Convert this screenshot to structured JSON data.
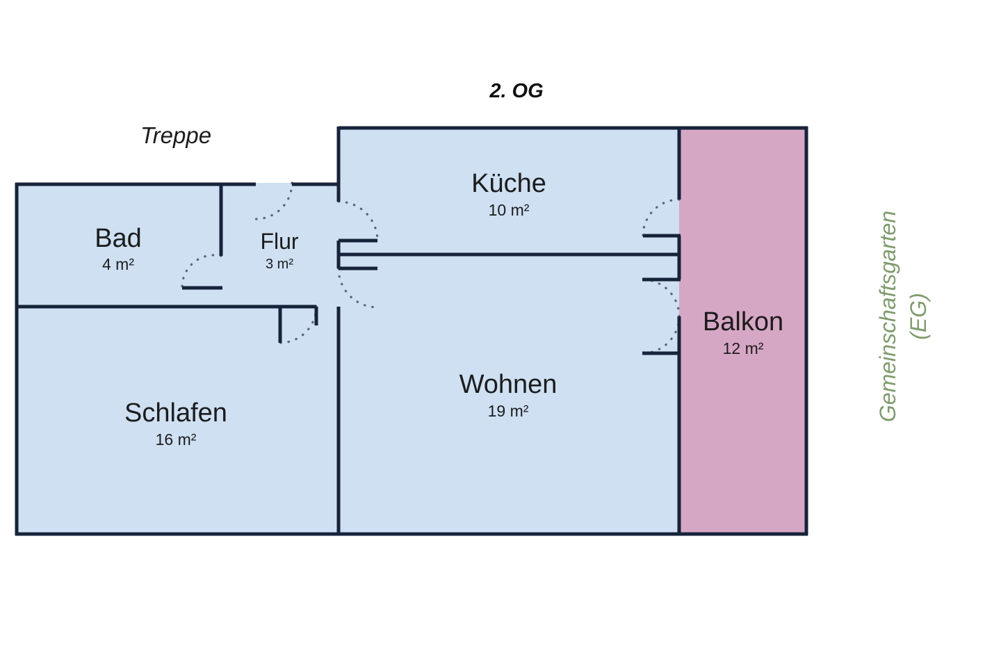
{
  "plan": {
    "title": "2. OG",
    "stair_label": "Treppe",
    "garden_label_line1": "Gemeinschaftsgarten",
    "garden_label_line2": "(EG)",
    "colors": {
      "interior_fill": "#cee0f2",
      "balcony_fill": "#d6a7c4",
      "wall_stroke": "#16233a",
      "door_arc": "#5b6472",
      "garden_text": "#7f9c6c",
      "background": "#ffffff"
    },
    "rooms": [
      {
        "id": "bad",
        "name": "Bad",
        "area": "4 m²",
        "fill": "interior"
      },
      {
        "id": "flur",
        "name": "Flur",
        "area": "3 m²",
        "fill": "interior"
      },
      {
        "id": "kueche",
        "name": "Küche",
        "area": "10 m²",
        "fill": "interior"
      },
      {
        "id": "schlafen",
        "name": "Schlafen",
        "area": "16 m²",
        "fill": "interior"
      },
      {
        "id": "wohnen",
        "name": "Wohnen",
        "area": "19 m²",
        "fill": "interior"
      },
      {
        "id": "balkon",
        "name": "Balkon",
        "area": "12 m²",
        "fill": "balcony"
      }
    ]
  }
}
